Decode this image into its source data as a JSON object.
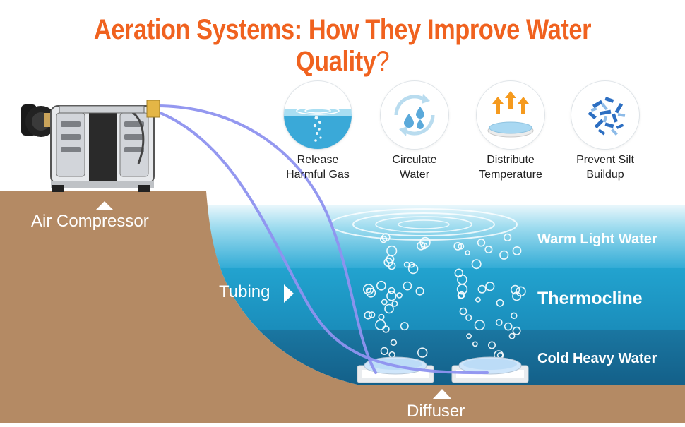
{
  "title": {
    "main": "Aeration Systems: How They Improve Water Quality",
    "mark": "?",
    "color": "#f0621f"
  },
  "benefits": [
    {
      "icon": "gas-release-icon",
      "line1": "Release",
      "line2": "Harmful Gas"
    },
    {
      "icon": "circulate-water-icon",
      "line1": "Circulate",
      "line2": "Water"
    },
    {
      "icon": "distribute-temperature-icon",
      "line1": "Distribute",
      "line2": "Temperature"
    },
    {
      "icon": "silt-particles-icon",
      "line1": "Prevent Silt",
      "line2": "Buildup"
    }
  ],
  "labels": {
    "compressor": "Air Compressor",
    "tubing": "Tubing",
    "diffuser": "Diffuser"
  },
  "layers": {
    "warm": "Warm Light Water",
    "thermocline": "Thermocline",
    "cold": "Cold Heavy Water"
  },
  "colors": {
    "ground": "#b48a64",
    "warm_top": "#d4eef8",
    "warm_bottom": "#3fb4d9",
    "thermocline": "#1d9bc6",
    "cold": "#17709b",
    "tube": "#8f93f0"
  }
}
